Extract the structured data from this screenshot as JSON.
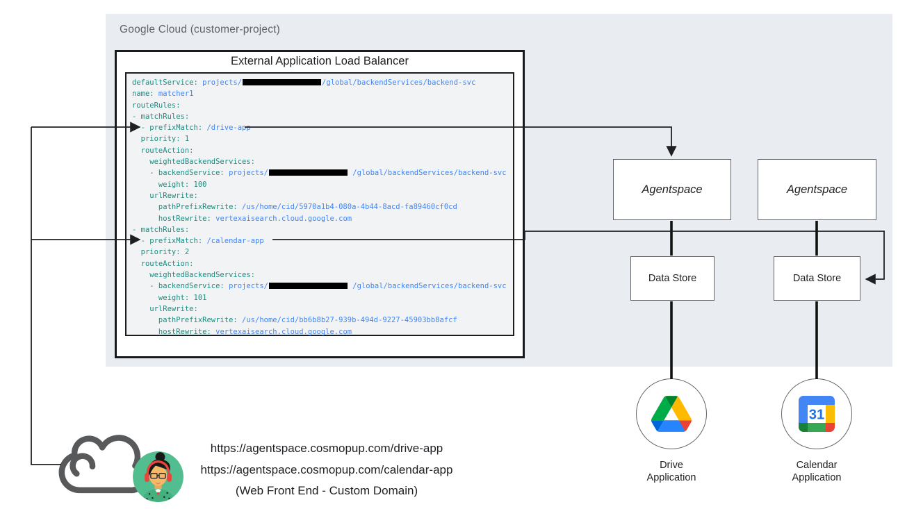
{
  "panel": {
    "title": "Google Cloud (customer-project)"
  },
  "load_balancer": {
    "title": "External Application Load Balancer",
    "code": {
      "note": "segment types: k=yaml key (teal), v=string value (blue), n=number (teal), r=redacted black bar",
      "lines": [
        [
          [
            "k",
            "defaultService:"
          ],
          [
            "v",
            " projects/"
          ],
          [
            "r",
            ""
          ],
          [
            "v",
            "/global/backendServices/backend-svc"
          ]
        ],
        [
          [
            "k",
            "name:"
          ],
          [
            "v",
            " matcher1"
          ]
        ],
        [
          [
            "k",
            "routeRules:"
          ]
        ],
        [
          [
            "k",
            "- matchRules:"
          ]
        ],
        [
          [
            "k",
            "  - prefixMatch:"
          ],
          [
            "v",
            " /drive-app"
          ]
        ],
        [
          [
            "k",
            "  priority:"
          ],
          [
            "n",
            " 1"
          ]
        ],
        [
          [
            "k",
            "  routeAction:"
          ]
        ],
        [
          [
            "k",
            "    weightedBackendServices:"
          ]
        ],
        [
          [
            "k",
            "    - backendService:"
          ],
          [
            "v",
            " projects/"
          ],
          [
            "r",
            ""
          ],
          [
            "v",
            " /global/backendServices/backend-svc"
          ]
        ],
        [
          [
            "k",
            "      weight:"
          ],
          [
            "n",
            " 100"
          ]
        ],
        [
          [
            "k",
            "    urlRewrite:"
          ]
        ],
        [
          [
            "k",
            "      pathPrefixRewrite:"
          ],
          [
            "v",
            " /us/home/cid/5970a1b4-080a-4b44-8acd-fa89460cf0cd"
          ]
        ],
        [
          [
            "k",
            "      hostRewrite:"
          ],
          [
            "v",
            " vertexaisearch.cloud.google.com"
          ]
        ],
        [
          [
            "k",
            "- matchRules:"
          ]
        ],
        [
          [
            "k",
            "  - prefixMatch:"
          ],
          [
            "v",
            " /calendar-app"
          ]
        ],
        [
          [
            "k",
            "  priority:"
          ],
          [
            "n",
            " 2"
          ]
        ],
        [
          [
            "k",
            "  routeAction:"
          ]
        ],
        [
          [
            "k",
            "    weightedBackendServices:"
          ]
        ],
        [
          [
            "k",
            "    - backendService:"
          ],
          [
            "v",
            " projects/"
          ],
          [
            "r",
            ""
          ],
          [
            "v",
            " /global/backendServices/backend-svc"
          ]
        ],
        [
          [
            "k",
            "      weight:"
          ],
          [
            "n",
            " 101"
          ]
        ],
        [
          [
            "k",
            "    urlRewrite:"
          ]
        ],
        [
          [
            "k",
            "      pathPrefixRewrite:"
          ],
          [
            "v",
            " /us/home/cid/bb6b8b27-939b-494d-9227-45903bb8afcf"
          ]
        ],
        [
          [
            "k",
            "      hostRewrite:"
          ],
          [
            "v",
            " vertexaisearch.cloud.google.com"
          ]
        ]
      ]
    }
  },
  "nodes": {
    "agentspace": [
      {
        "label": "Agentspace"
      },
      {
        "label": "Agentspace"
      }
    ],
    "data_stores": [
      {
        "label": "Data Store"
      },
      {
        "label": "Data Store"
      }
    ],
    "apps": [
      {
        "icon": "google-drive-icon",
        "label": [
          "Drive",
          "Application"
        ]
      },
      {
        "icon": "google-calendar-icon",
        "label": [
          "Calendar",
          "Application"
        ],
        "calendar_day": "31"
      }
    ]
  },
  "frontend": {
    "icons": [
      "cloud-outline-icon",
      "user-avatar-icon"
    ],
    "urls": [
      "https://agentspace.cosmopup.com/drive-app",
      "https://agentspace.cosmopup.com/calendar-app"
    ],
    "caption": "(Web Front End - Custom Domain)"
  },
  "colors": {
    "panel_bg": "#e9edf1",
    "code_bg": "#f1f3f4",
    "yaml_key": "#1f8b80",
    "yaml_value": "#4285f4",
    "line": "#1f2023",
    "drive_palette": [
      "#0066da",
      "#00ac47",
      "#ea4335",
      "#00832d",
      "#2684fc",
      "#ffba00"
    ],
    "calendar_palette": [
      "#4285f4",
      "#fbbc04",
      "#34a853",
      "#188038",
      "#ea4335",
      "#1a73e8"
    ],
    "avatar_bg": "#52bd8e",
    "cloud_stroke": "#58595b"
  }
}
